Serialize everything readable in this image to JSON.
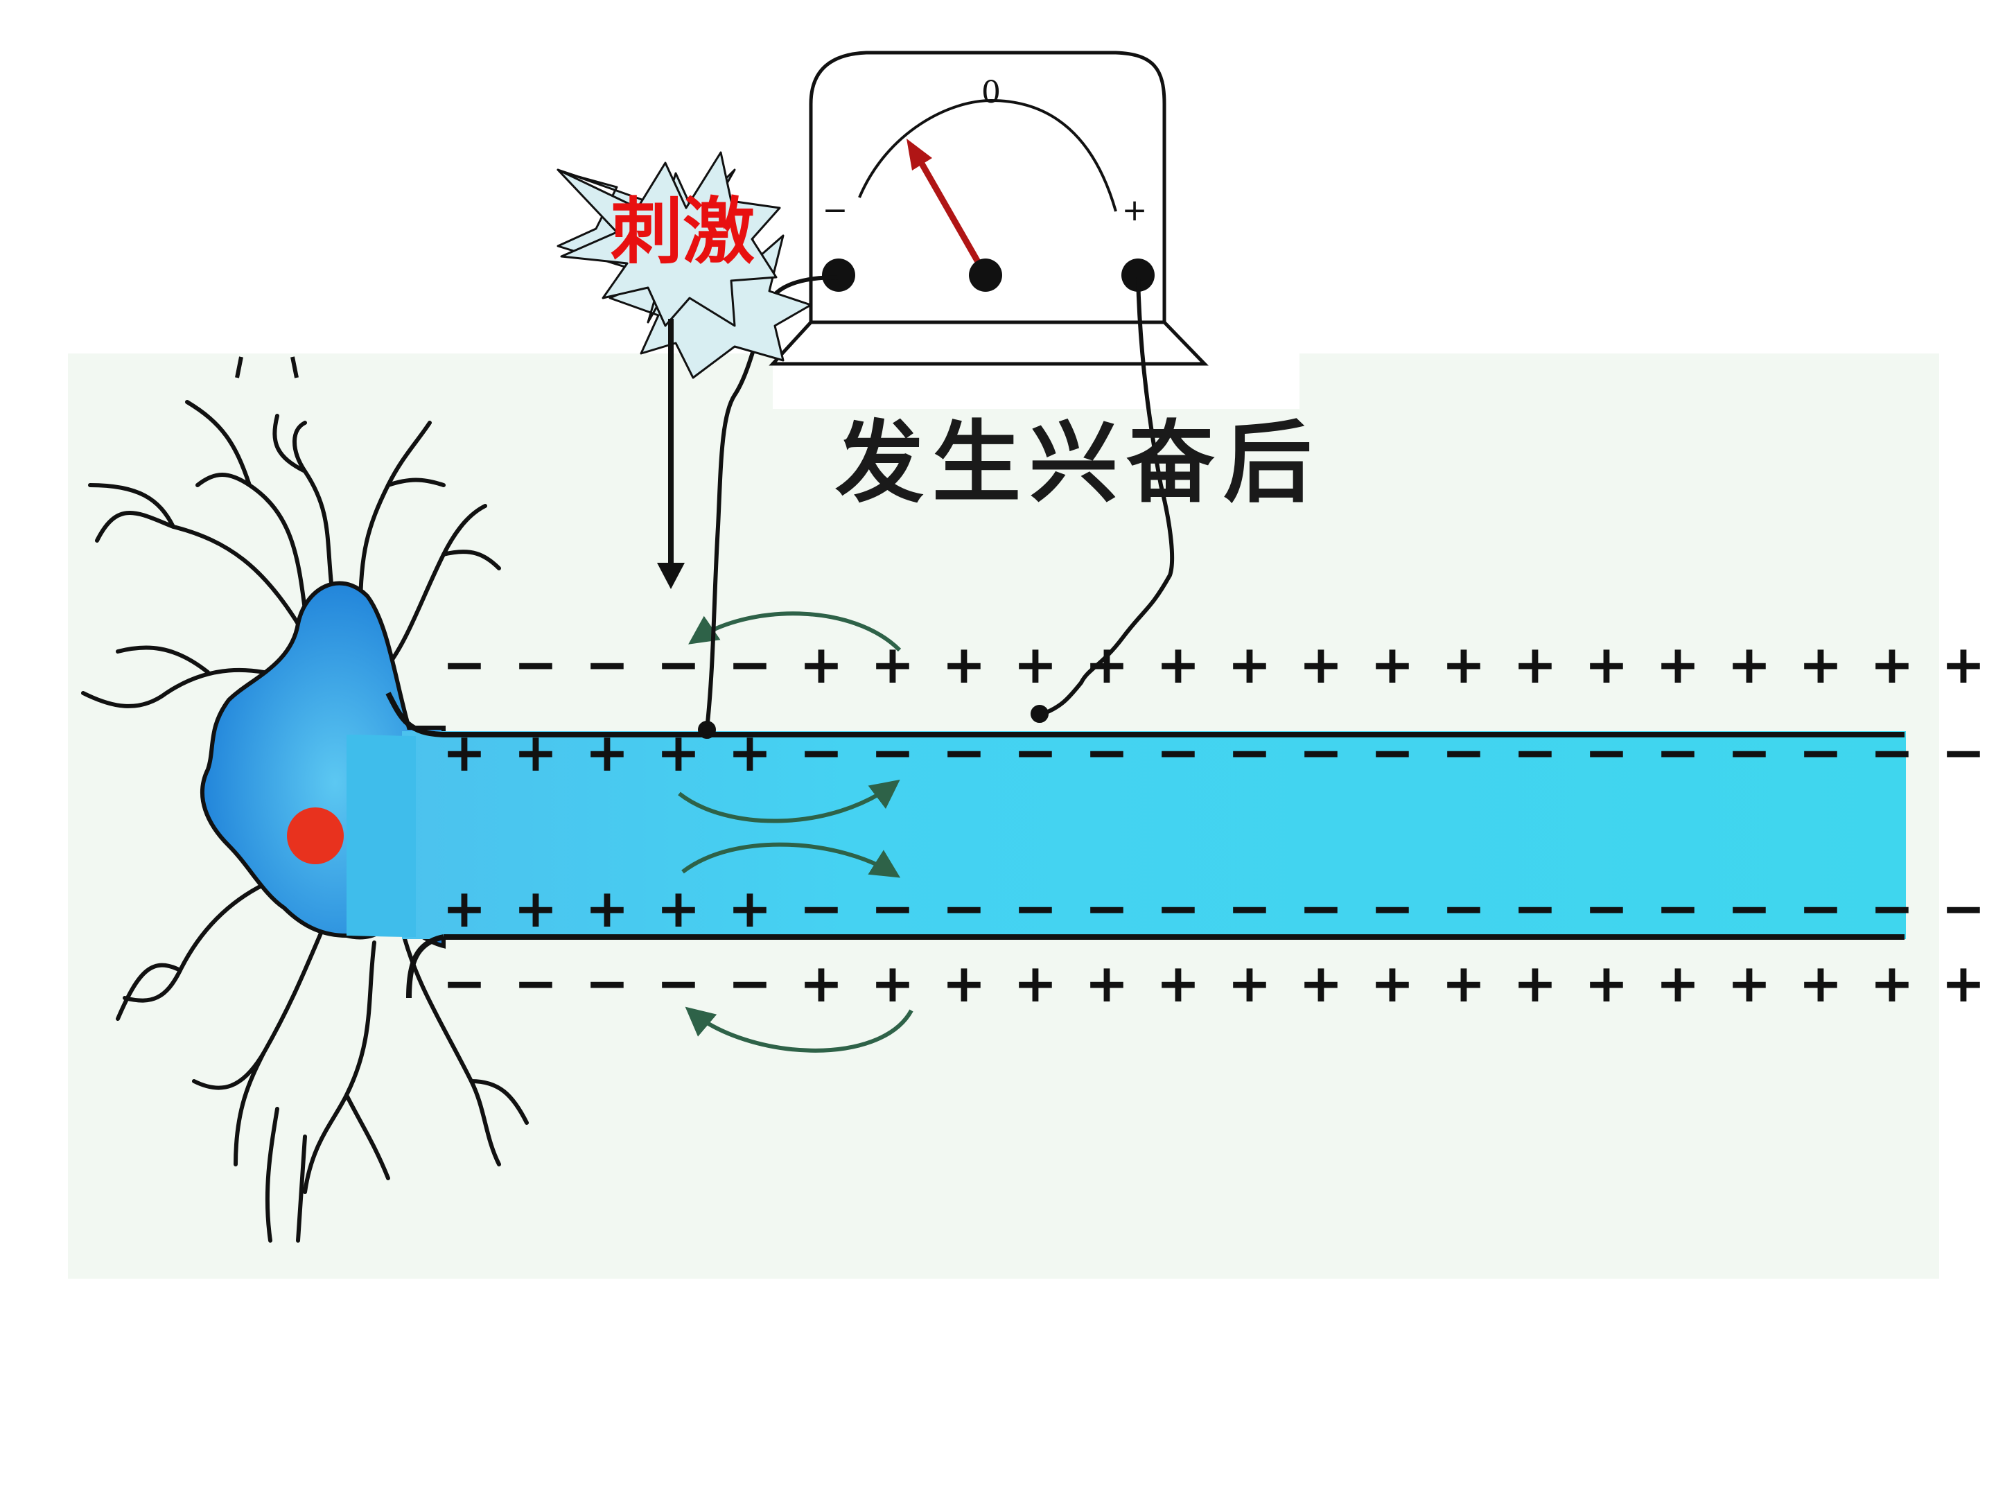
{
  "title": "发生兴奋后",
  "stimulus": {
    "label": "刺激"
  },
  "meter": {
    "zero_label": "0",
    "minus_label": "−",
    "plus_label": "+"
  },
  "membrane": {
    "outer_top": [
      "−",
      "−",
      "−",
      "−",
      "−",
      "+",
      "+",
      "+",
      "+",
      "+",
      "+",
      "+",
      "+",
      "+",
      "+",
      "+",
      "+",
      "+",
      "+",
      "+",
      "+",
      "+"
    ],
    "inner_top": [
      "+",
      "+",
      "+",
      "+",
      "+",
      "−",
      "−",
      "−",
      "−",
      "−",
      "−",
      "−",
      "−",
      "−",
      "−",
      "−",
      "−",
      "−",
      "−",
      "−",
      "−",
      "−"
    ],
    "inner_bottom": [
      "+",
      "+",
      "+",
      "+",
      "+",
      "−",
      "−",
      "−",
      "−",
      "−",
      "−",
      "−",
      "−",
      "−",
      "−",
      "−",
      "−",
      "−",
      "−",
      "−",
      "−",
      "−"
    ],
    "outer_bottom": [
      "−",
      "−",
      "−",
      "−",
      "−",
      "+",
      "+",
      "+",
      "+",
      "+",
      "+",
      "+",
      "+",
      "+",
      "+",
      "+",
      "+",
      "+",
      "+",
      "+",
      "+",
      "+"
    ]
  },
  "colors": {
    "axon_fill": "#3fd0ee",
    "soma_fill": "#1e8ae0",
    "nucleus": "#e8321e",
    "needle": "#b01515",
    "panel_bg": "#f2f8f2",
    "stimulus_text": "#e81010",
    "burst_fill": "#d8eef2",
    "current_arrow": "#2e6248"
  }
}
